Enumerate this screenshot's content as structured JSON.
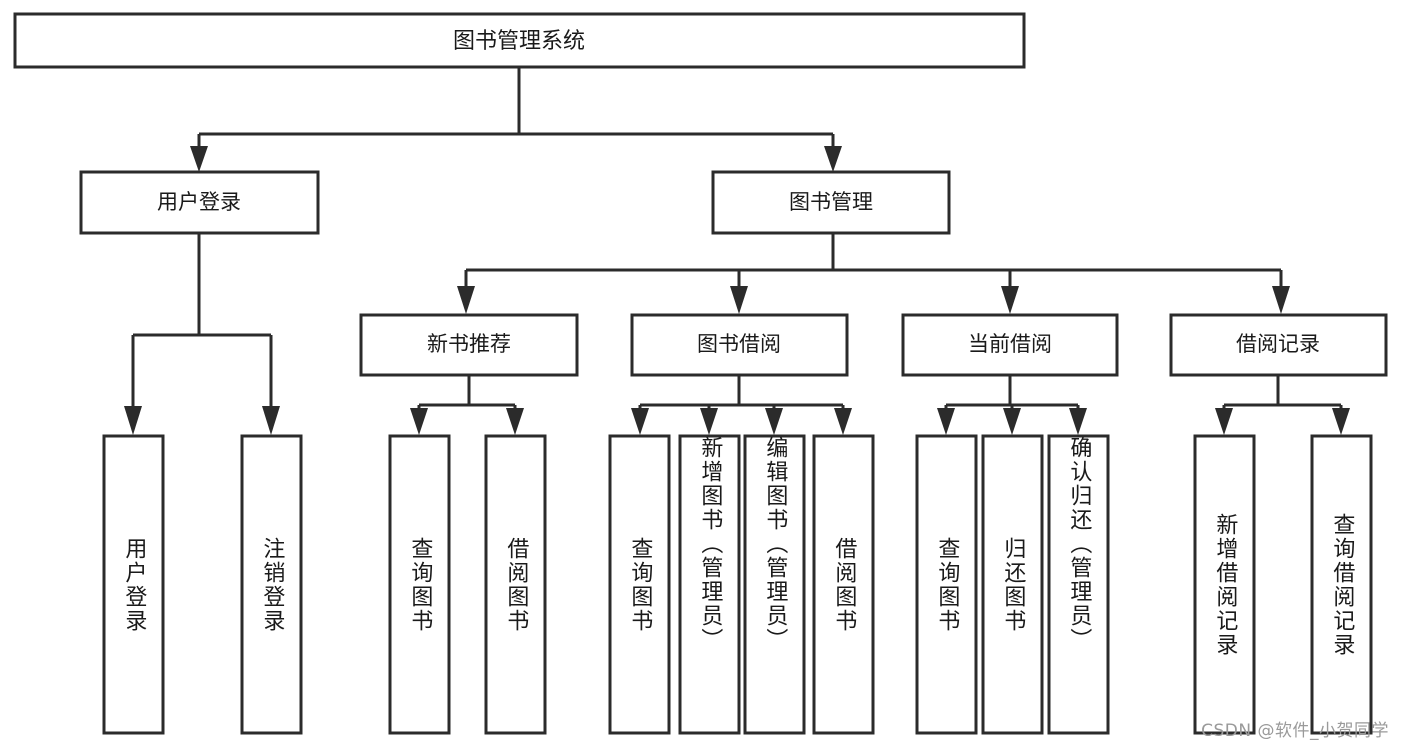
{
  "diagram": {
    "type": "tree",
    "title": "图书管理系统",
    "orientation": "top-down",
    "colors": {
      "box_stroke": "#2b2b2b",
      "box_fill": "#ffffff",
      "text": "#1a1a1a",
      "background": "#ffffff",
      "watermark": "#9a9a9a"
    },
    "root": {
      "label": "图书管理系统",
      "level": 1
    },
    "level2": [
      {
        "id": "user-login",
        "label": "用户登录"
      },
      {
        "id": "book-manage",
        "label": "图书管理"
      }
    ],
    "level3": [
      {
        "id": "new-book-recommend",
        "label": "新书推荐",
        "parent": "book-manage"
      },
      {
        "id": "book-borrow",
        "label": "图书借阅",
        "parent": "book-manage"
      },
      {
        "id": "current-borrow",
        "label": "当前借阅",
        "parent": "book-manage"
      },
      {
        "id": "borrow-record",
        "label": "借阅记录",
        "parent": "book-manage"
      }
    ],
    "leaves": {
      "user-login": [
        {
          "id": "leaf-user-login",
          "label": "用户登录"
        },
        {
          "id": "leaf-logout",
          "label": "注销登录"
        }
      ],
      "new-book-recommend": [
        {
          "id": "leaf-query-book-1",
          "label": "查询图书"
        },
        {
          "id": "leaf-borrow-book-1",
          "label": "借阅图书"
        }
      ],
      "book-borrow": [
        {
          "id": "leaf-query-book-2",
          "label": "查询图书"
        },
        {
          "id": "leaf-add-book",
          "label": "新增图书（管理员）"
        },
        {
          "id": "leaf-edit-book",
          "label": "编辑图书（管理员）"
        },
        {
          "id": "leaf-borrow-book-2",
          "label": "借阅图书"
        }
      ],
      "current-borrow": [
        {
          "id": "leaf-query-book-3",
          "label": "查询图书"
        },
        {
          "id": "leaf-return-book",
          "label": "归还图书"
        },
        {
          "id": "leaf-confirm-return",
          "label": "确认归还（管理员）"
        }
      ],
      "borrow-record": [
        {
          "id": "leaf-add-record",
          "label": "新增借阅记录"
        },
        {
          "id": "leaf-query-record",
          "label": "查询借阅记录"
        }
      ]
    }
  },
  "watermark": {
    "text": "CSDN @软件_小贺同学"
  }
}
